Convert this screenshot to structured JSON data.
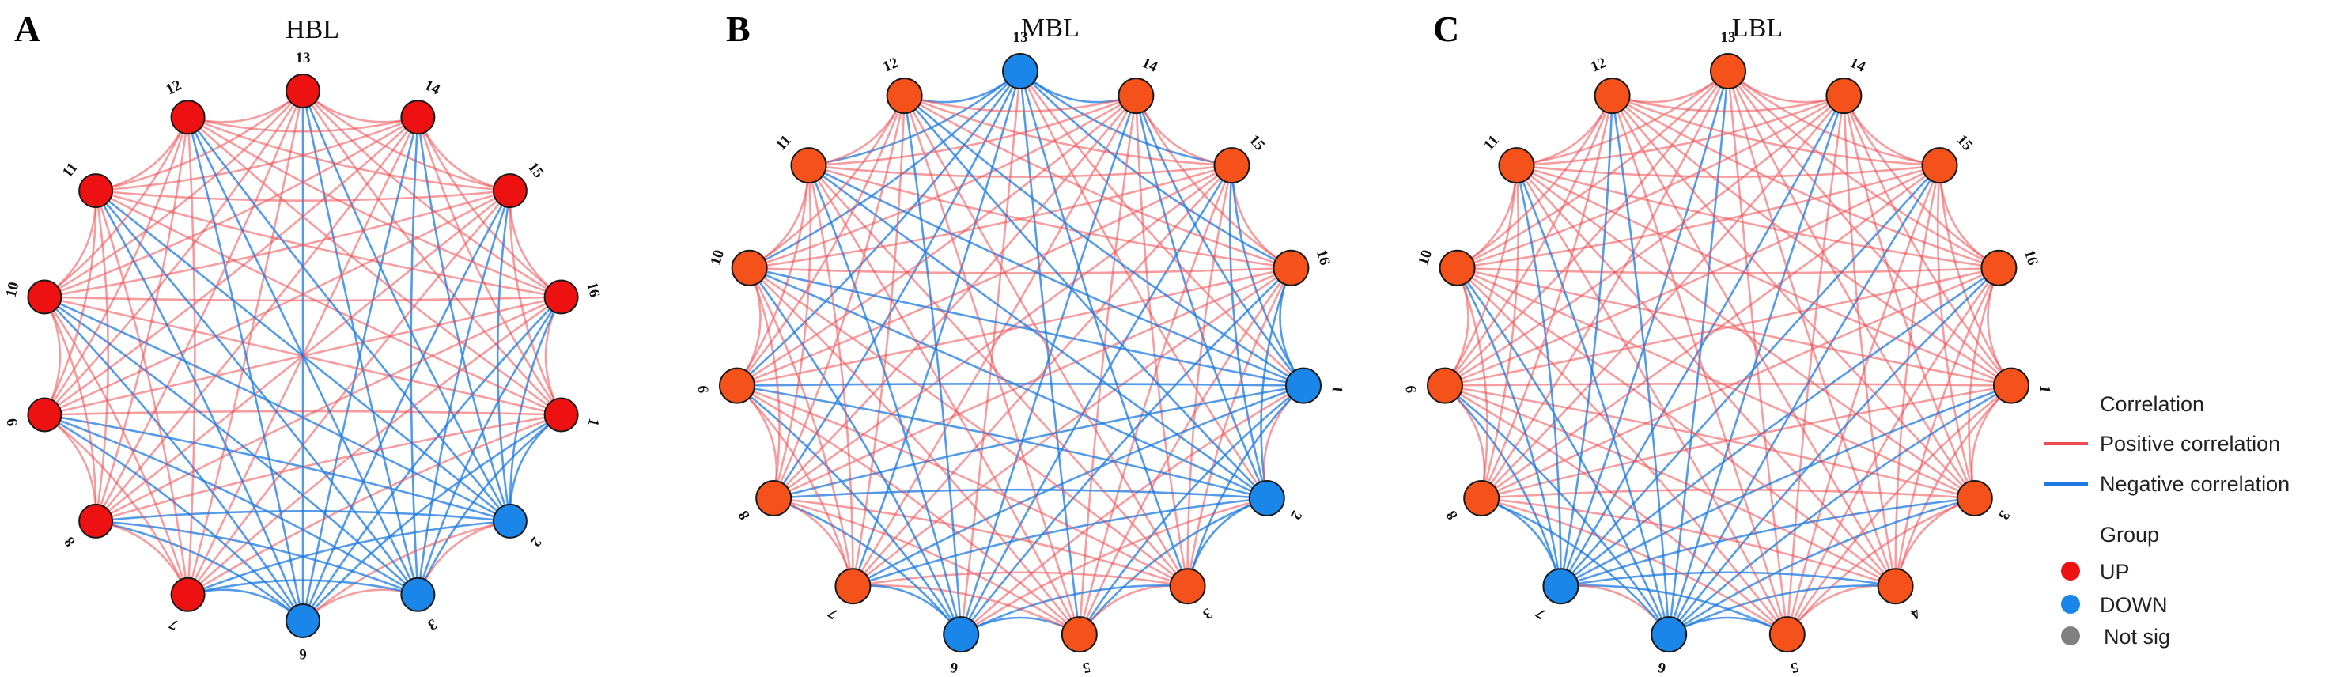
{
  "colors": {
    "positive": "#ee4c52",
    "negative": "#1c7ae0",
    "up": "#ee1111",
    "down": "#1a86ea",
    "orange": "#f5511a",
    "not_sig": "#808080"
  },
  "panels": [
    {
      "letter": "A",
      "title": "HBL",
      "nodes": [
        {
          "label": "1",
          "group": "UP"
        },
        {
          "label": "2",
          "group": "DOWN"
        },
        {
          "label": "3",
          "group": "DOWN"
        },
        {
          "label": "6",
          "group": "DOWN"
        },
        {
          "label": "7",
          "group": "UP"
        },
        {
          "label": "8",
          "group": "UP"
        },
        {
          "label": "9",
          "group": "UP"
        },
        {
          "label": "10",
          "group": "UP"
        },
        {
          "label": "11",
          "group": "UP"
        },
        {
          "label": "12",
          "group": "UP"
        },
        {
          "label": "13",
          "group": "UP"
        },
        {
          "label": "14",
          "group": "UP"
        },
        {
          "label": "15",
          "group": "UP"
        },
        {
          "label": "16",
          "group": "UP"
        }
      ]
    },
    {
      "letter": "B",
      "title": "MBL",
      "nodes": [
        {
          "label": "1",
          "group": "DOWN"
        },
        {
          "label": "2",
          "group": "DOWN"
        },
        {
          "label": "3",
          "group": "ORANGE"
        },
        {
          "label": "5",
          "group": "ORANGE"
        },
        {
          "label": "6",
          "group": "DOWN"
        },
        {
          "label": "7",
          "group": "ORANGE"
        },
        {
          "label": "8",
          "group": "ORANGE"
        },
        {
          "label": "9",
          "group": "ORANGE"
        },
        {
          "label": "10",
          "group": "ORANGE"
        },
        {
          "label": "11",
          "group": "ORANGE"
        },
        {
          "label": "12",
          "group": "ORANGE"
        },
        {
          "label": "13",
          "group": "DOWN"
        },
        {
          "label": "14",
          "group": "ORANGE"
        },
        {
          "label": "15",
          "group": "ORANGE"
        },
        {
          "label": "16",
          "group": "ORANGE"
        }
      ]
    },
    {
      "letter": "C",
      "title": "LBL",
      "nodes": [
        {
          "label": "1",
          "group": "ORANGE"
        },
        {
          "label": "3",
          "group": "ORANGE"
        },
        {
          "label": "4",
          "group": "ORANGE"
        },
        {
          "label": "5",
          "group": "ORANGE"
        },
        {
          "label": "6",
          "group": "DOWN"
        },
        {
          "label": "7",
          "group": "DOWN"
        },
        {
          "label": "8",
          "group": "ORANGE"
        },
        {
          "label": "9",
          "group": "ORANGE"
        },
        {
          "label": "10",
          "group": "ORANGE"
        },
        {
          "label": "11",
          "group": "ORANGE"
        },
        {
          "label": "12",
          "group": "ORANGE"
        },
        {
          "label": "13",
          "group": "ORANGE"
        },
        {
          "label": "14",
          "group": "ORANGE"
        },
        {
          "label": "15",
          "group": "ORANGE"
        },
        {
          "label": "16",
          "group": "ORANGE"
        }
      ]
    }
  ],
  "legend": {
    "correlation_heading": "Correlation",
    "positive_label": "Positive correlation",
    "negative_label": "Negative correlation",
    "group_heading": "Group",
    "up_label": "UP",
    "down_label": "DOWN",
    "not_sig_label": "Not sig"
  }
}
